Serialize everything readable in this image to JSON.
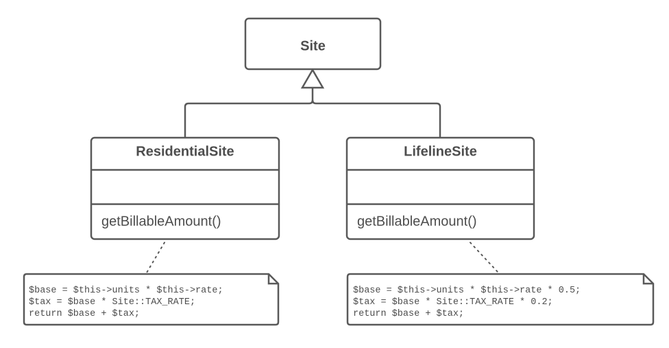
{
  "diagram": {
    "parent": {
      "name": "Site"
    },
    "children": [
      {
        "name": "ResidentialSite",
        "attributes": "",
        "method": "getBillableAmount()",
        "note": [
          "$base = $this->units * $this->rate;",
          "$tax = $base * Site::TAX_RATE;",
          "return $base + $tax;"
        ]
      },
      {
        "name": "LifelineSite",
        "attributes": "",
        "method": "getBillableAmount()",
        "note": [
          "$base = $this->units * $this->rate * 0.5;",
          "$tax = $base * Site::TAX_RATE * 0.2;",
          "return $base + $tax;"
        ]
      }
    ]
  }
}
